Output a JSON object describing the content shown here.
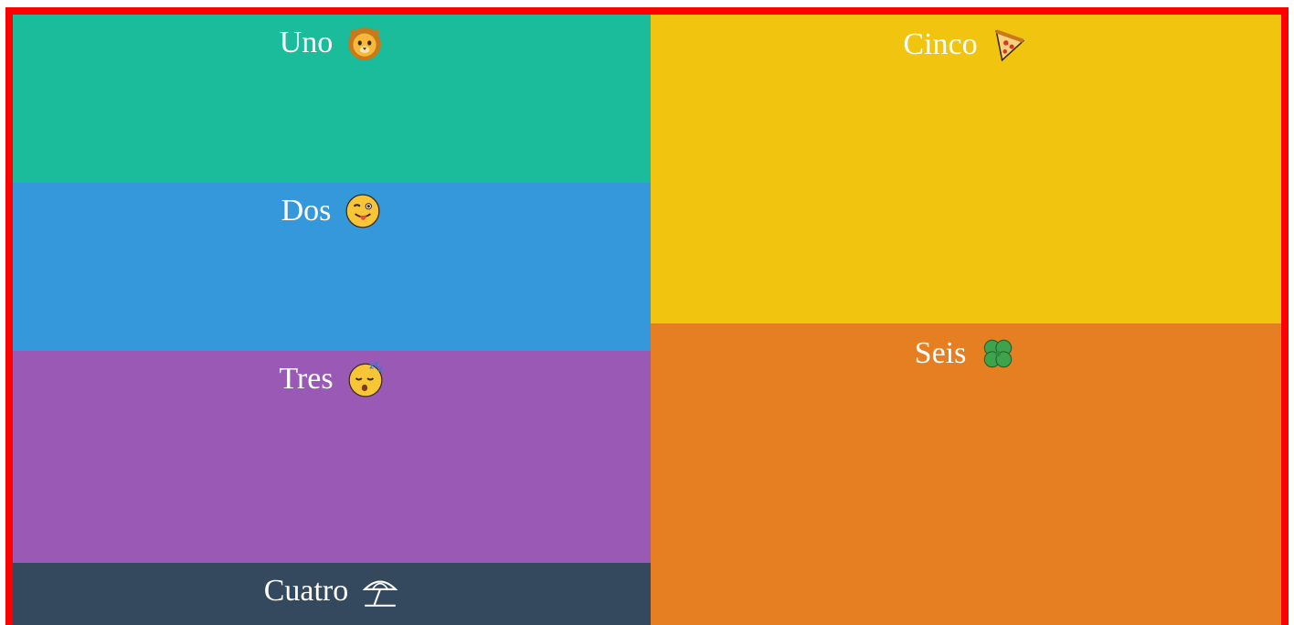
{
  "colors": {
    "frame_border": "#ff0000",
    "uno": "#1abc9c",
    "dos": "#3498db",
    "tres": "#9b59b6",
    "cuatro": "#34495e",
    "cinco": "#f1c40f",
    "seis": "#e67e22"
  },
  "panels": {
    "uno": {
      "label": "Uno",
      "icon": "lion-face-icon"
    },
    "dos": {
      "label": "Dos",
      "icon": "winking-tongue-face-icon"
    },
    "tres": {
      "label": "Tres",
      "icon": "sleeping-face-icon"
    },
    "cuatro": {
      "label": "Cuatro",
      "icon": "umbrella-on-ground-icon"
    },
    "cinco": {
      "label": "Cinco",
      "icon": "pizza-icon"
    },
    "seis": {
      "label": "Seis",
      "icon": "four-leaf-clover-icon"
    }
  }
}
